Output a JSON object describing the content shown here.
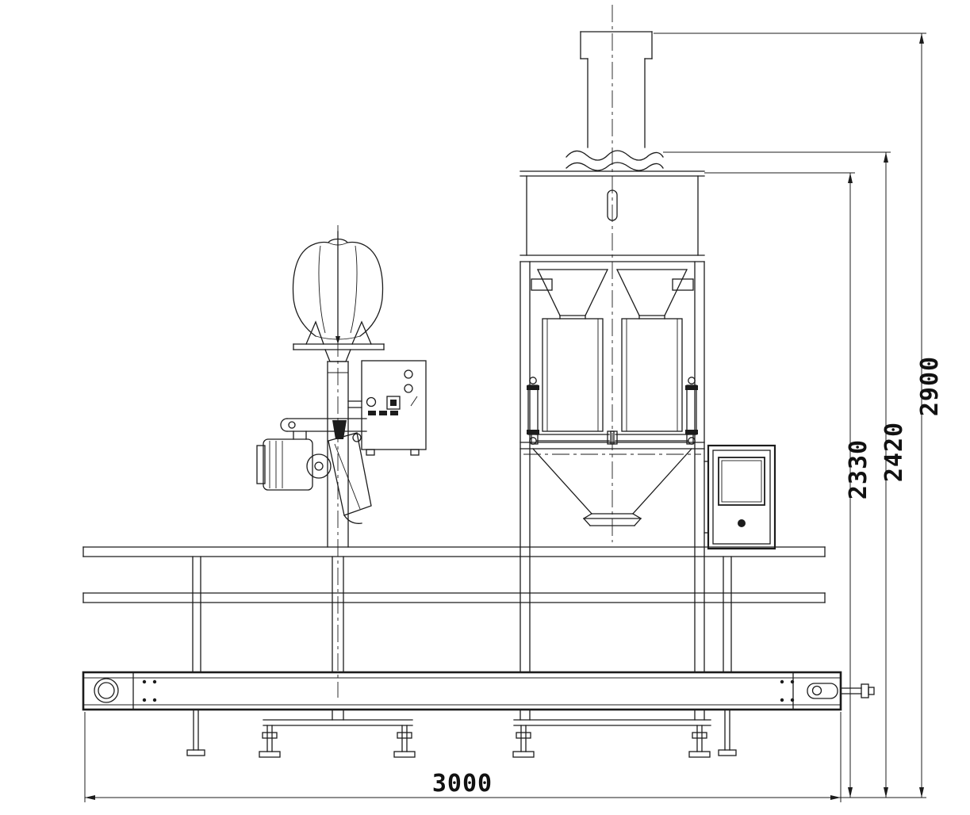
{
  "drawing": {
    "background": "#ffffff",
    "line_color": "#1c1c1c",
    "dimension_labels": {
      "overall_length": "3000",
      "height_to_hopper_body_top": "2330",
      "height_to_inlet_flange": "2420",
      "overall_height": "2900"
    }
  }
}
